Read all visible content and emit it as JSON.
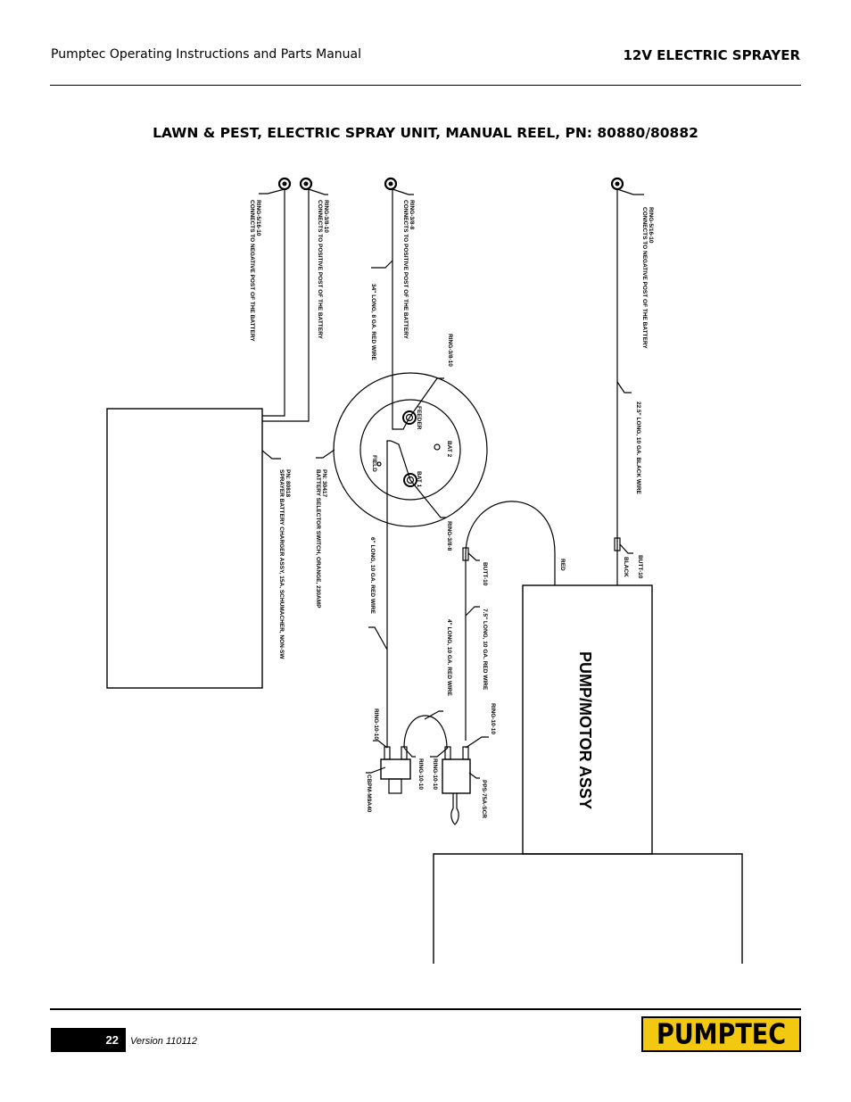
{
  "header": {
    "manual_title": "Pumptec Operating Instructions and Parts Manual",
    "product": "12V ELECTRIC SPRAYER"
  },
  "page_title": "LAWN & PEST, ELECTRIC SPRAY UNIT, MANUAL REEL, PN: 80880/80882",
  "diagram": {
    "ring_neg_a": "RING-5/16-10",
    "connects_neg_a": "CONNECTS TO NEGATIVE POST OF THE BATTERY",
    "ring_pos_a": "RING-3/8-10",
    "connects_pos_a": "CONNECTS TO POSITIVE POST OF THE BATTERY",
    "ring_pos_b": "RING-3/8-8",
    "connects_pos_b": "CONNECTS TO POSITIVE POST OF THE BATTERY",
    "wire_34": "34\" LONG, 8 GA. RED WIRE",
    "ring_neg_b": "RING-5/16-10",
    "connects_neg_b": "CONNECTS TO NEGATIVE POST OF THE BATTERY",
    "ring_switch_top": "RING-3/8-10",
    "feeder": "FEEDER",
    "bat2": "BAT 2",
    "bat1": "BAT 1",
    "field": "FIELD",
    "ring_switch_bottom": "RING-3/8-8",
    "switch_pn": "PN: 30417",
    "switch_desc": "BATTERY SELECTOR SWITCH, ORANGE, 230AMP",
    "charger_pn": "PN: 80818",
    "charger_desc": "SPRAYER BATTERY CHARGER ASSY, 15A, SCHUMACHER, NON-SW",
    "wire_22": "22.5\" LONG, 10 GA. BLACK WIRE",
    "butt_black": "BUTT-10",
    "black": "BLACK",
    "red": "RED",
    "butt_red": "BUTT-10",
    "wire_6": "6\" LONG, 10 GA. RED WIRE",
    "wire_75": "7.5\" LONG, 10 GA. RED WIRE",
    "wire_4": "4\" LONG, 10 GA. RED WIRE",
    "ring_cb1": "RING-10-10",
    "ring_cb2": "RING-10-10",
    "ring_cb3": "RING-10-10",
    "ring_sw": "RING-10-10",
    "breaker": "CBPM-M9A40",
    "toggle": "PPS-75A-SCR",
    "pump_motor": "PUMP/MOTOR ASSY"
  },
  "footer": {
    "page_number": "22",
    "version": "Version 110112",
    "logo_text": "PUMPTEC"
  }
}
